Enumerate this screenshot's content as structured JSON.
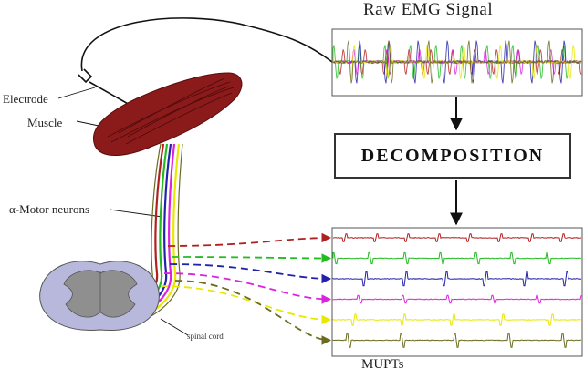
{
  "title": "Raw EMG Signal",
  "process_label": "DECOMPOSITION",
  "output_label": "MUPTs",
  "labels": {
    "electrode": "Electrode",
    "muscle": "Muscle",
    "motor_neurons": "α-Motor neurons",
    "spinal_cord": "spinal cord"
  },
  "colors": {
    "muscle": "#8b1a1a",
    "spinal_outer": "#b8b8dc",
    "spinal_inner": "#8f8f8f",
    "trains": [
      "#b02020",
      "#22bb22",
      "#2222aa",
      "#dd22dd",
      "#e8e800",
      "#6b6b1f"
    ]
  },
  "mupt_count": 6
}
